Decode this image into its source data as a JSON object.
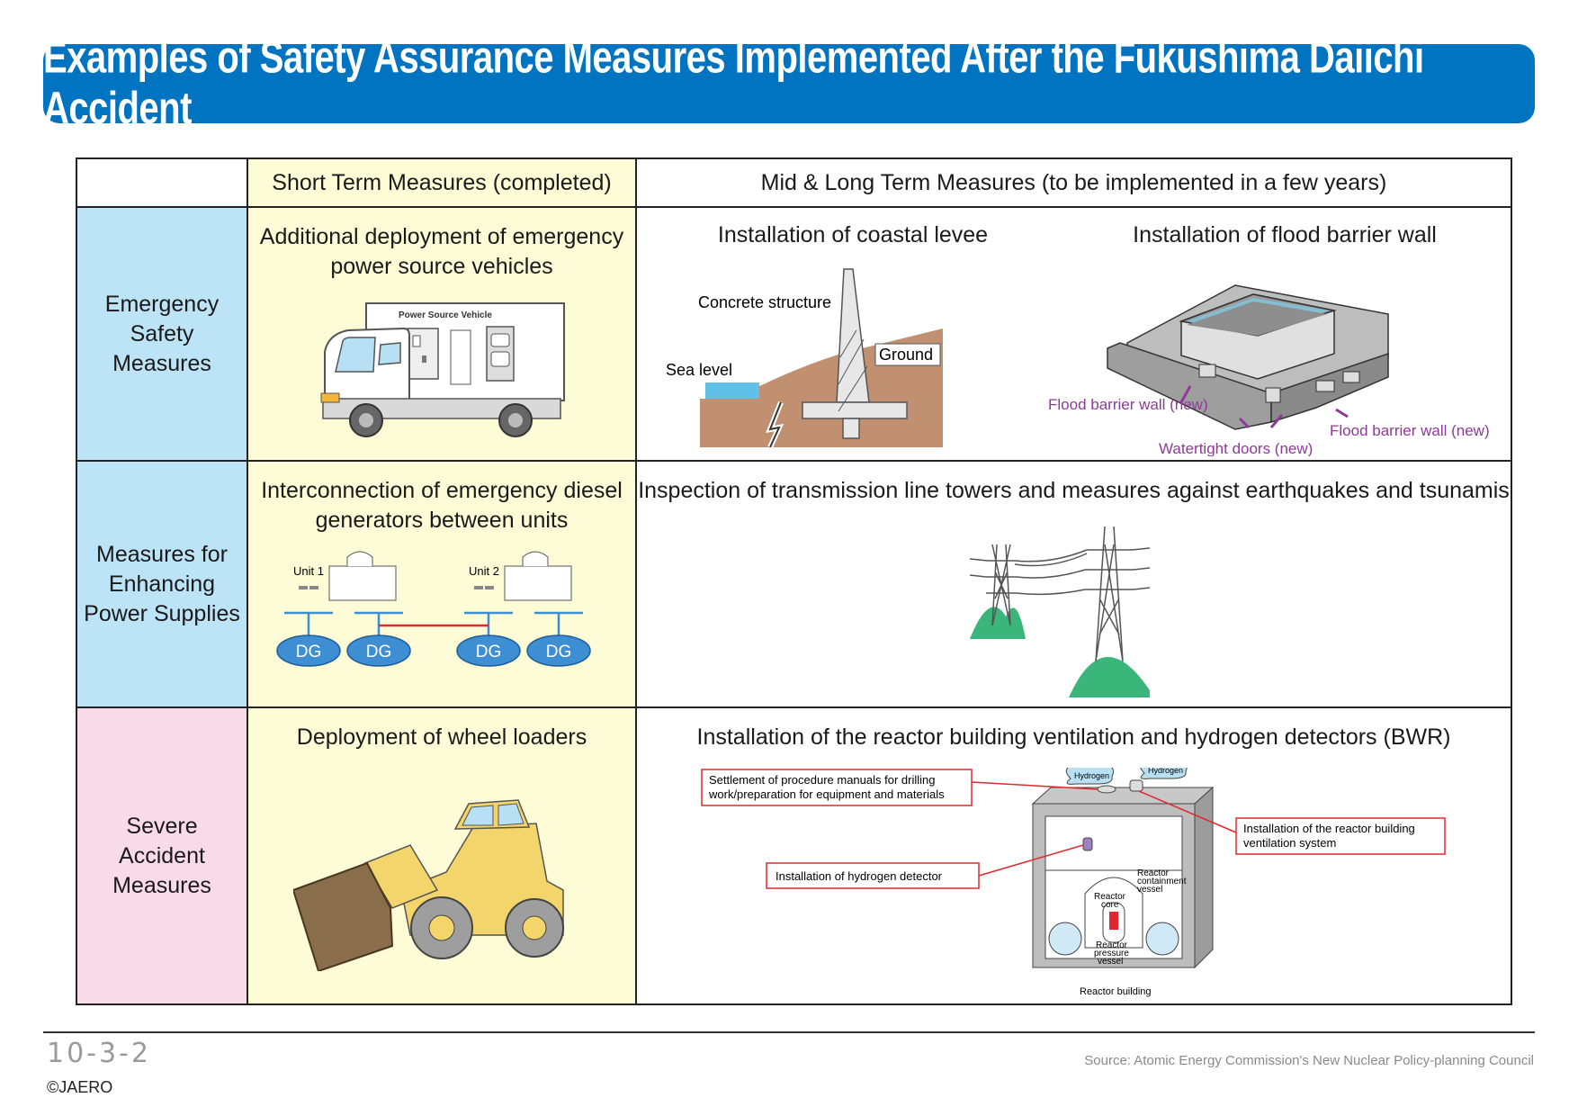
{
  "title": "Examples of Safety Assurance Measures Implemented After the Fukushima Daiichi Accident",
  "table": {
    "headers": {
      "short": "Short Term Measures (completed)",
      "mid": "Mid & Long Term Measures (to be implemented in a few years)"
    },
    "rows": [
      {
        "label": "Emergency Safety Measures",
        "short": "Additional deployment of emergency power source vehicles",
        "mid_items": [
          "Installation of coastal levee",
          "Installation of flood barrier wall"
        ]
      },
      {
        "label": "Measures for Enhancing Power Supplies",
        "short": "Interconnection of emergency diesel generators between units",
        "mid_items": [
          "Inspection of transmission line towers and measures against earthquakes and tsunamis"
        ]
      },
      {
        "label": "Severe Accident Measures",
        "short": "Deployment of wheel loaders",
        "mid_items": [
          "Installation of the reactor building ventilation and hydrogen detectors (BWR)"
        ]
      }
    ]
  },
  "illustrations": {
    "truck": {
      "label": "Power Source Vehicle"
    },
    "levee": {
      "concrete": "Concrete structure",
      "ground": "Ground",
      "sea": "Sea level"
    },
    "flood": {
      "wall_left": "Flood barrier wall (new)",
      "wall_right": "Flood barrier wall (new)",
      "doors": "Watertight doors (new)"
    },
    "dg": {
      "unit1": "Unit 1",
      "unit2": "Unit 2",
      "dg": "DG"
    },
    "reactor": {
      "manual": "Settlement of procedure manuals for drilling work/preparation for equipment and materials",
      "detector": "Installation of hydrogen detector",
      "ventilation": "Installation of the reactor building ventilation system",
      "hydrogen": "Hydrogen",
      "containment": "Reactor containment vessel",
      "core": "Reactor core",
      "pressure": "Reactor pressure vessel",
      "building": "Reactor building"
    }
  },
  "colors": {
    "title_bg": "#0073c1",
    "row_blue": "#bde3f7",
    "row_pink": "#f9dbe8",
    "short_col": "#fefbd7",
    "callout_red": "#e0282e",
    "annotation_purple": "#8e3a97"
  },
  "footer": {
    "page_number": "10-3-2",
    "copyright": "©JAERO",
    "source": "Source: Atomic Energy Commission's New Nuclear Policy-planning Council"
  }
}
